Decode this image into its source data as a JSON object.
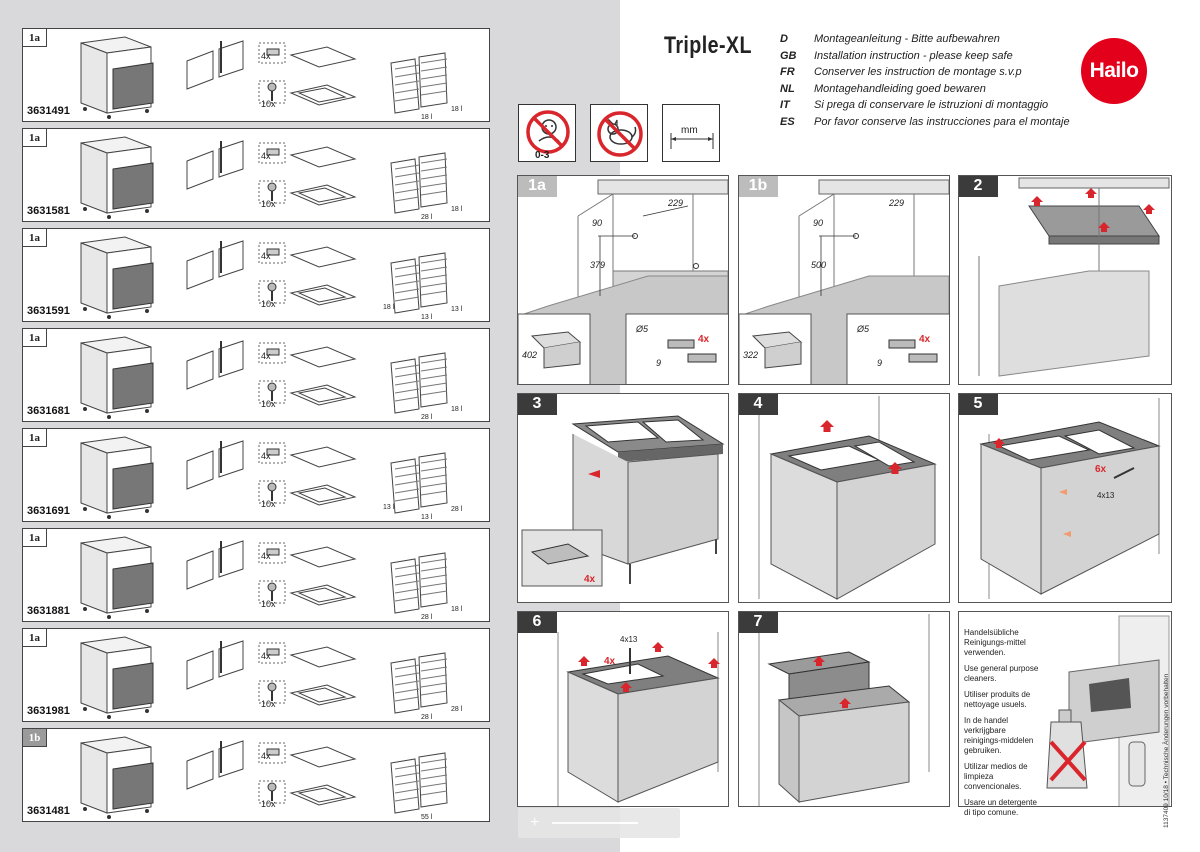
{
  "document": {
    "product_title": "Triple-XL",
    "brand_logo": "Hailo",
    "languages": [
      {
        "code": "D",
        "text": "Montageanleitung - Bitte aufbewahren"
      },
      {
        "code": "GB",
        "text": "Installation instruction - please keep safe"
      },
      {
        "code": "FR",
        "text": "Conserver les instruction de montage s.v.p"
      },
      {
        "code": "NL",
        "text": "Montagehandleiding goed bewaren"
      },
      {
        "code": "IT",
        "text": "Si prega di conservare le istruzioni di montaggio"
      },
      {
        "code": "ES",
        "text": "Por favor conserve las instrucciones para el montaje"
      }
    ],
    "doc_code": "1137409 10/18 • Technische Änderungen vorbehalten"
  },
  "warnings": {
    "age_label": "0-3",
    "icons": [
      "no-children-icon",
      "no-pets-icon"
    ],
    "unit_label": "mm"
  },
  "variants": [
    {
      "tag": "1a",
      "article": "3631491",
      "screws": "4x",
      "dowels": "10x",
      "volumes": [
        "18 l",
        "18 l"
      ]
    },
    {
      "tag": "1a",
      "article": "3631581",
      "screws": "4x",
      "dowels": "10x",
      "volumes": [
        "28 l",
        "18 l"
      ]
    },
    {
      "tag": "1a",
      "article": "3631591",
      "screws": "4x",
      "dowels": "10x",
      "volumes": [
        "13 l",
        "13 l",
        "18 l"
      ]
    },
    {
      "tag": "1a",
      "article": "3631681",
      "screws": "4x",
      "dowels": "10x",
      "volumes": [
        "28 l",
        "18 l"
      ]
    },
    {
      "tag": "1a",
      "article": "3631691",
      "screws": "4x",
      "dowels": "10x",
      "volumes": [
        "13 l",
        "28 l",
        "13 l"
      ]
    },
    {
      "tag": "1a",
      "article": "3631881",
      "screws": "4x",
      "dowels": "10x",
      "volumes": [
        "28 l",
        "18 l"
      ]
    },
    {
      "tag": "1a",
      "article": "3631981",
      "screws": "4x",
      "dowels": "10x",
      "volumes": [
        "28 l",
        "28 l"
      ]
    },
    {
      "tag": "1b",
      "article": "3631481",
      "screws": "4x",
      "dowels": "10x",
      "volumes": [
        "55 l"
      ]
    }
  ],
  "steps": {
    "s1a": {
      "badge": "1a",
      "d1": "90",
      "d2": "229",
      "d3": "379",
      "d4": "402",
      "d5": "Ø5",
      "d6": "9",
      "count": "4x"
    },
    "s1b": {
      "badge": "1b",
      "d1": "90",
      "d2": "229",
      "d3": "500",
      "d4": "322",
      "d5": "Ø5",
      "d6": "9",
      "count": "4x"
    },
    "s2": {
      "badge": "2"
    },
    "s3": {
      "badge": "3",
      "count": "4x"
    },
    "s4": {
      "badge": "4"
    },
    "s5": {
      "badge": "5",
      "count": "6x",
      "screw": "4x13"
    },
    "s6": {
      "badge": "6",
      "count": "4x",
      "screw": "4x13"
    },
    "s7": {
      "badge": "7"
    }
  },
  "care": {
    "lines": [
      "Handelsübliche Reinigungs-mittel verwenden.",
      "Use general purpose cleaners.",
      "Utiliser produits de nettoyage usuels.",
      "In de handel verkrijgbare reinigings-middelen gebruiken.",
      "Utilizar medios de limpieza convencionales.",
      "Usare un detergente di tipo comune."
    ]
  },
  "colors": {
    "brand_red": "#e2001a",
    "accent_red": "#d9262c",
    "badge_dark": "#3b3b3b",
    "left_bg": "#d9d9db"
  }
}
